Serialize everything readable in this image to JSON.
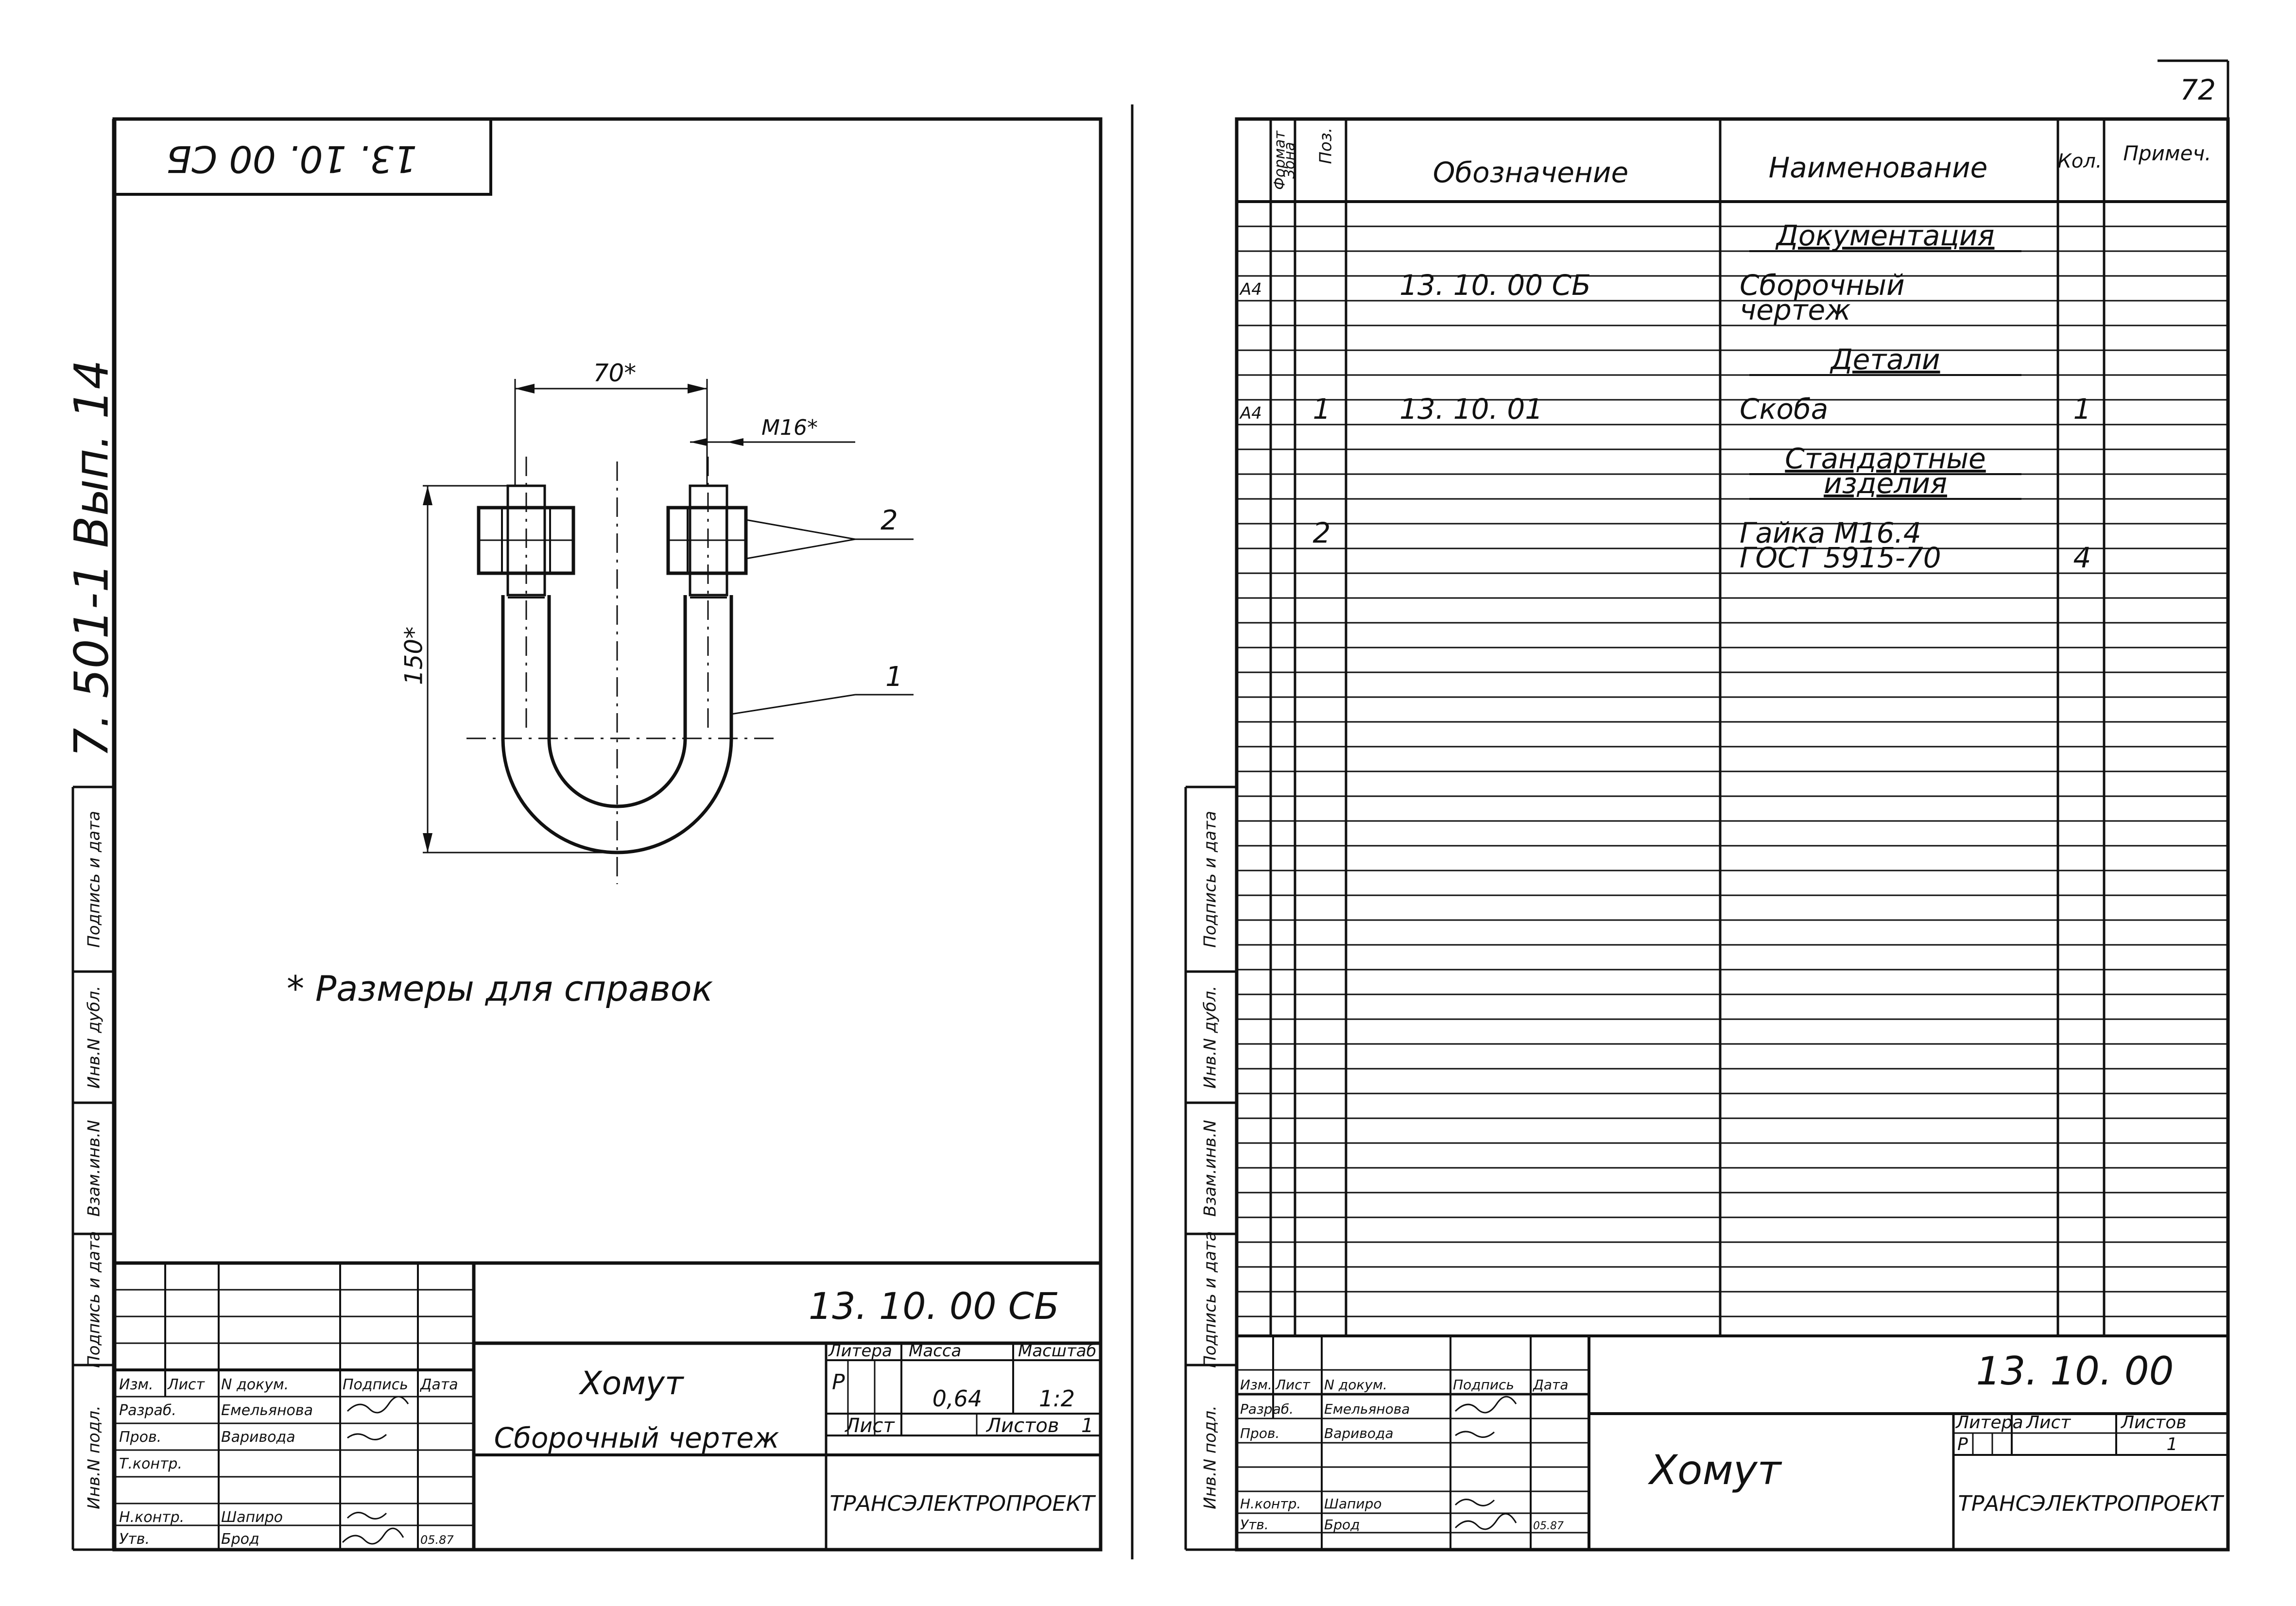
{
  "page_number": "72",
  "left_sheet": {
    "rotated_code": "13. 10. 00 СБ",
    "album_code": "7. 501-1 Вып. 14",
    "side_stamp_labels": [
      "Инв.N подл.",
      "Подпись и дата",
      "Взам.инв.N",
      "Инв.N дубл.",
      "Подпись и дата"
    ],
    "dimensions": {
      "width": "70*",
      "height": "150*",
      "thread": "M16*"
    },
    "callouts": [
      "1",
      "2"
    ],
    "note": "* Размеры для справок",
    "title_block": {
      "code": "13. 10. 00 СБ",
      "name": "Хомут",
      "doc_type": "Сборочный чертеж",
      "header": [
        "Изм.",
        "Лист",
        "N докум.",
        "Подпись",
        "Дата"
      ],
      "rows": [
        {
          "role": "Разраб.",
          "name": "Емельянова"
        },
        {
          "role": "Пров.",
          "name": "Варивода"
        },
        {
          "role": "Т.контр.",
          "name": ""
        },
        {
          "role": "Н.контр.",
          "name": "Шапиро"
        },
        {
          "role": "Утв.",
          "name": "Брод",
          "date": "05.87"
        }
      ],
      "litera_label": "Литера",
      "mass_label": "Масса",
      "scale_label": "Масштаб",
      "litera": "Р",
      "mass": "0,64",
      "scale": "1:2",
      "sheet_label": "Лист",
      "sheets_label": "Листов",
      "sheets": "1",
      "org": "ТРАНСЭЛЕКТРОПРОЕКТ"
    }
  },
  "right_sheet": {
    "spec_headers": [
      "Формат",
      "Зона",
      "Поз.",
      "Обозначение",
      "Наименование",
      "Кол.",
      "Примеч."
    ],
    "spec_rows": [
      {
        "row": 2,
        "name": "Документация",
        "underline": true
      },
      {
        "row": 4,
        "format": "А4",
        "designation": "13. 10. 00 СБ",
        "name": "Сборочный"
      },
      {
        "row": 5,
        "name": "чертеж"
      },
      {
        "row": 7,
        "name": "Детали",
        "underline": true
      },
      {
        "row": 9,
        "format": "А4",
        "pos": "1",
        "designation": "13. 10. 01",
        "name": "Скоба",
        "qty": "1"
      },
      {
        "row": 11,
        "name": "Стандартные",
        "underline": true
      },
      {
        "row": 12,
        "name": "изделия",
        "underline": true
      },
      {
        "row": 14,
        "pos": "2",
        "name": "Гайка  М16.4"
      },
      {
        "row": 15,
        "name": "ГОСТ 5915-70",
        "qty": "4"
      }
    ],
    "title_block": {
      "code": "13. 10. 00",
      "name": "Хомут",
      "header": [
        "Изм.",
        "Лист",
        "N докум.",
        "Подпись",
        "Дата"
      ],
      "rows": [
        {
          "role": "Разраб.",
          "name": "Емельянова"
        },
        {
          "role": "Пров.",
          "name": "Варивода"
        },
        {
          "role": "",
          "name": ""
        },
        {
          "role": "Н.контр.",
          "name": "Шапиро"
        },
        {
          "role": "Утв.",
          "name": "Брод",
          "date": "05.87"
        }
      ],
      "litera_label": "Литера",
      "sheet_label": "Лист",
      "sheets_label": "Листов",
      "litera": "Р",
      "sheets": "1",
      "org": "ТРАНСЭЛЕКТРОПРОЕКТ"
    }
  }
}
